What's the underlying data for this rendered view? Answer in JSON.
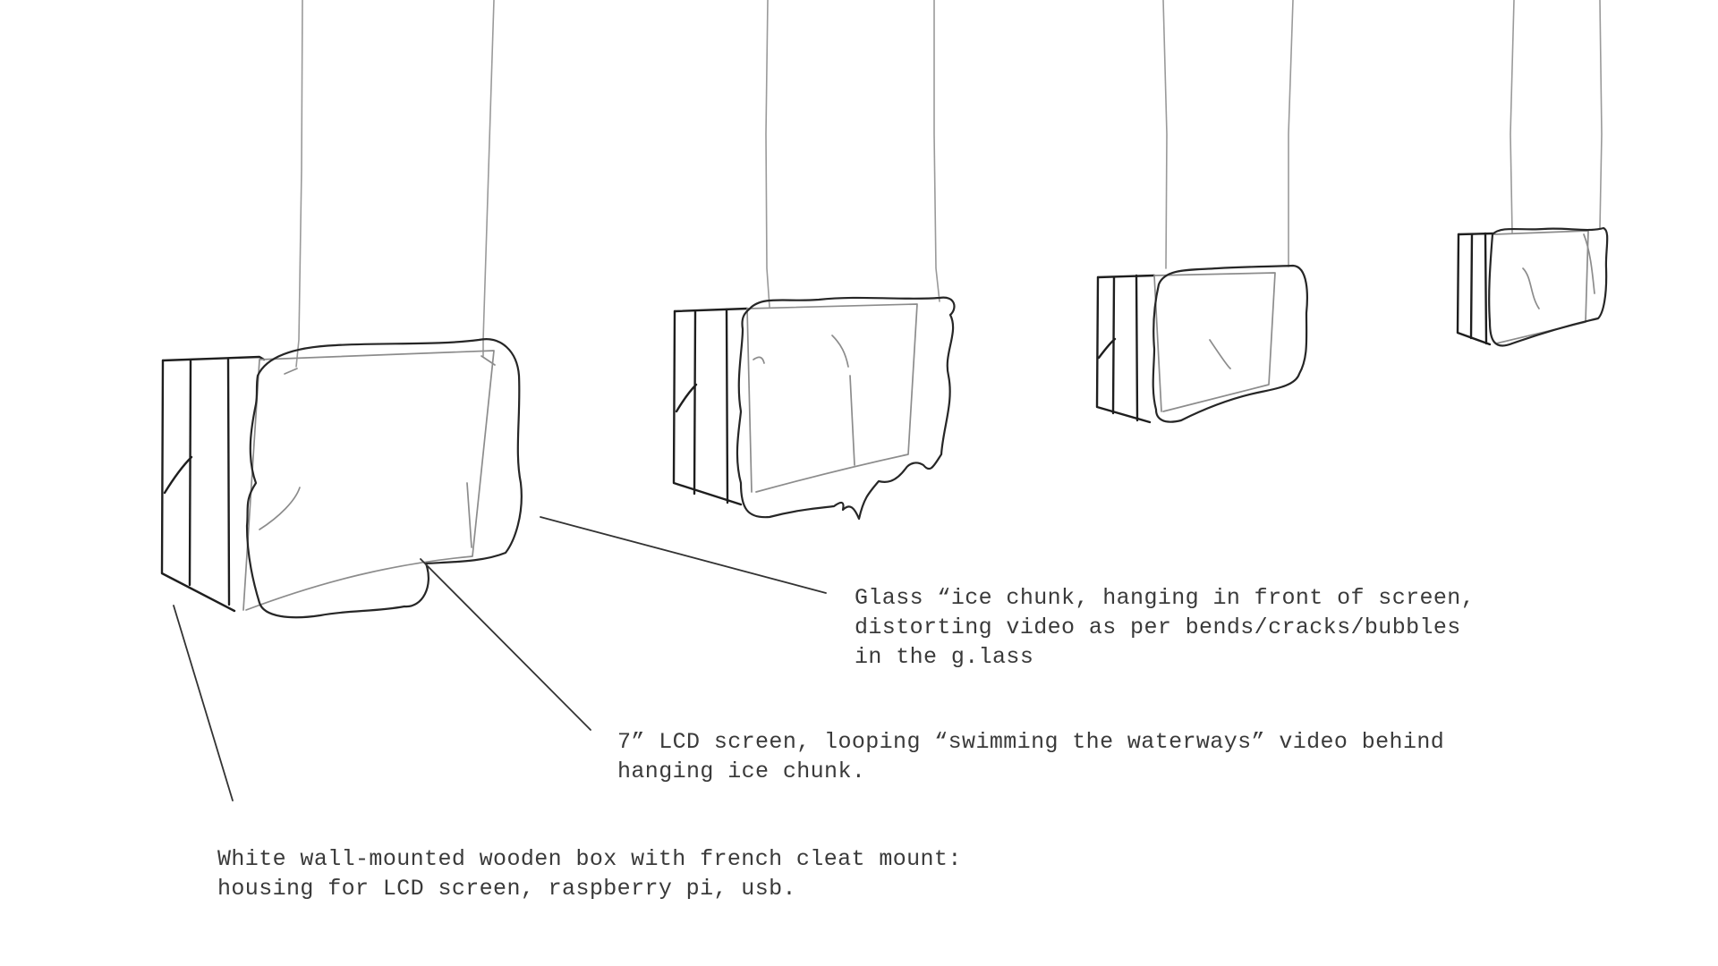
{
  "annotations": {
    "glass_ice_chunk": [
      "Glass “ice chunk, hanging in front of screen,",
      "distorting video as per bends/cracks/bubbles",
      "in the g.lass"
    ],
    "lcd_screen": [
      "7” LCD screen, looping “swimming the waterways” video behind",
      "hanging ice chunk."
    ],
    "wooden_box": [
      "White wall-mounted wooden box with french cleat mount:",
      "housing for LCD screen, raspberry pi, usb."
    ]
  },
  "colors": {
    "background": "#ffffff",
    "ink": "#1e1e1e",
    "text": "#3a3a3a",
    "string": "#9a9a9a"
  }
}
